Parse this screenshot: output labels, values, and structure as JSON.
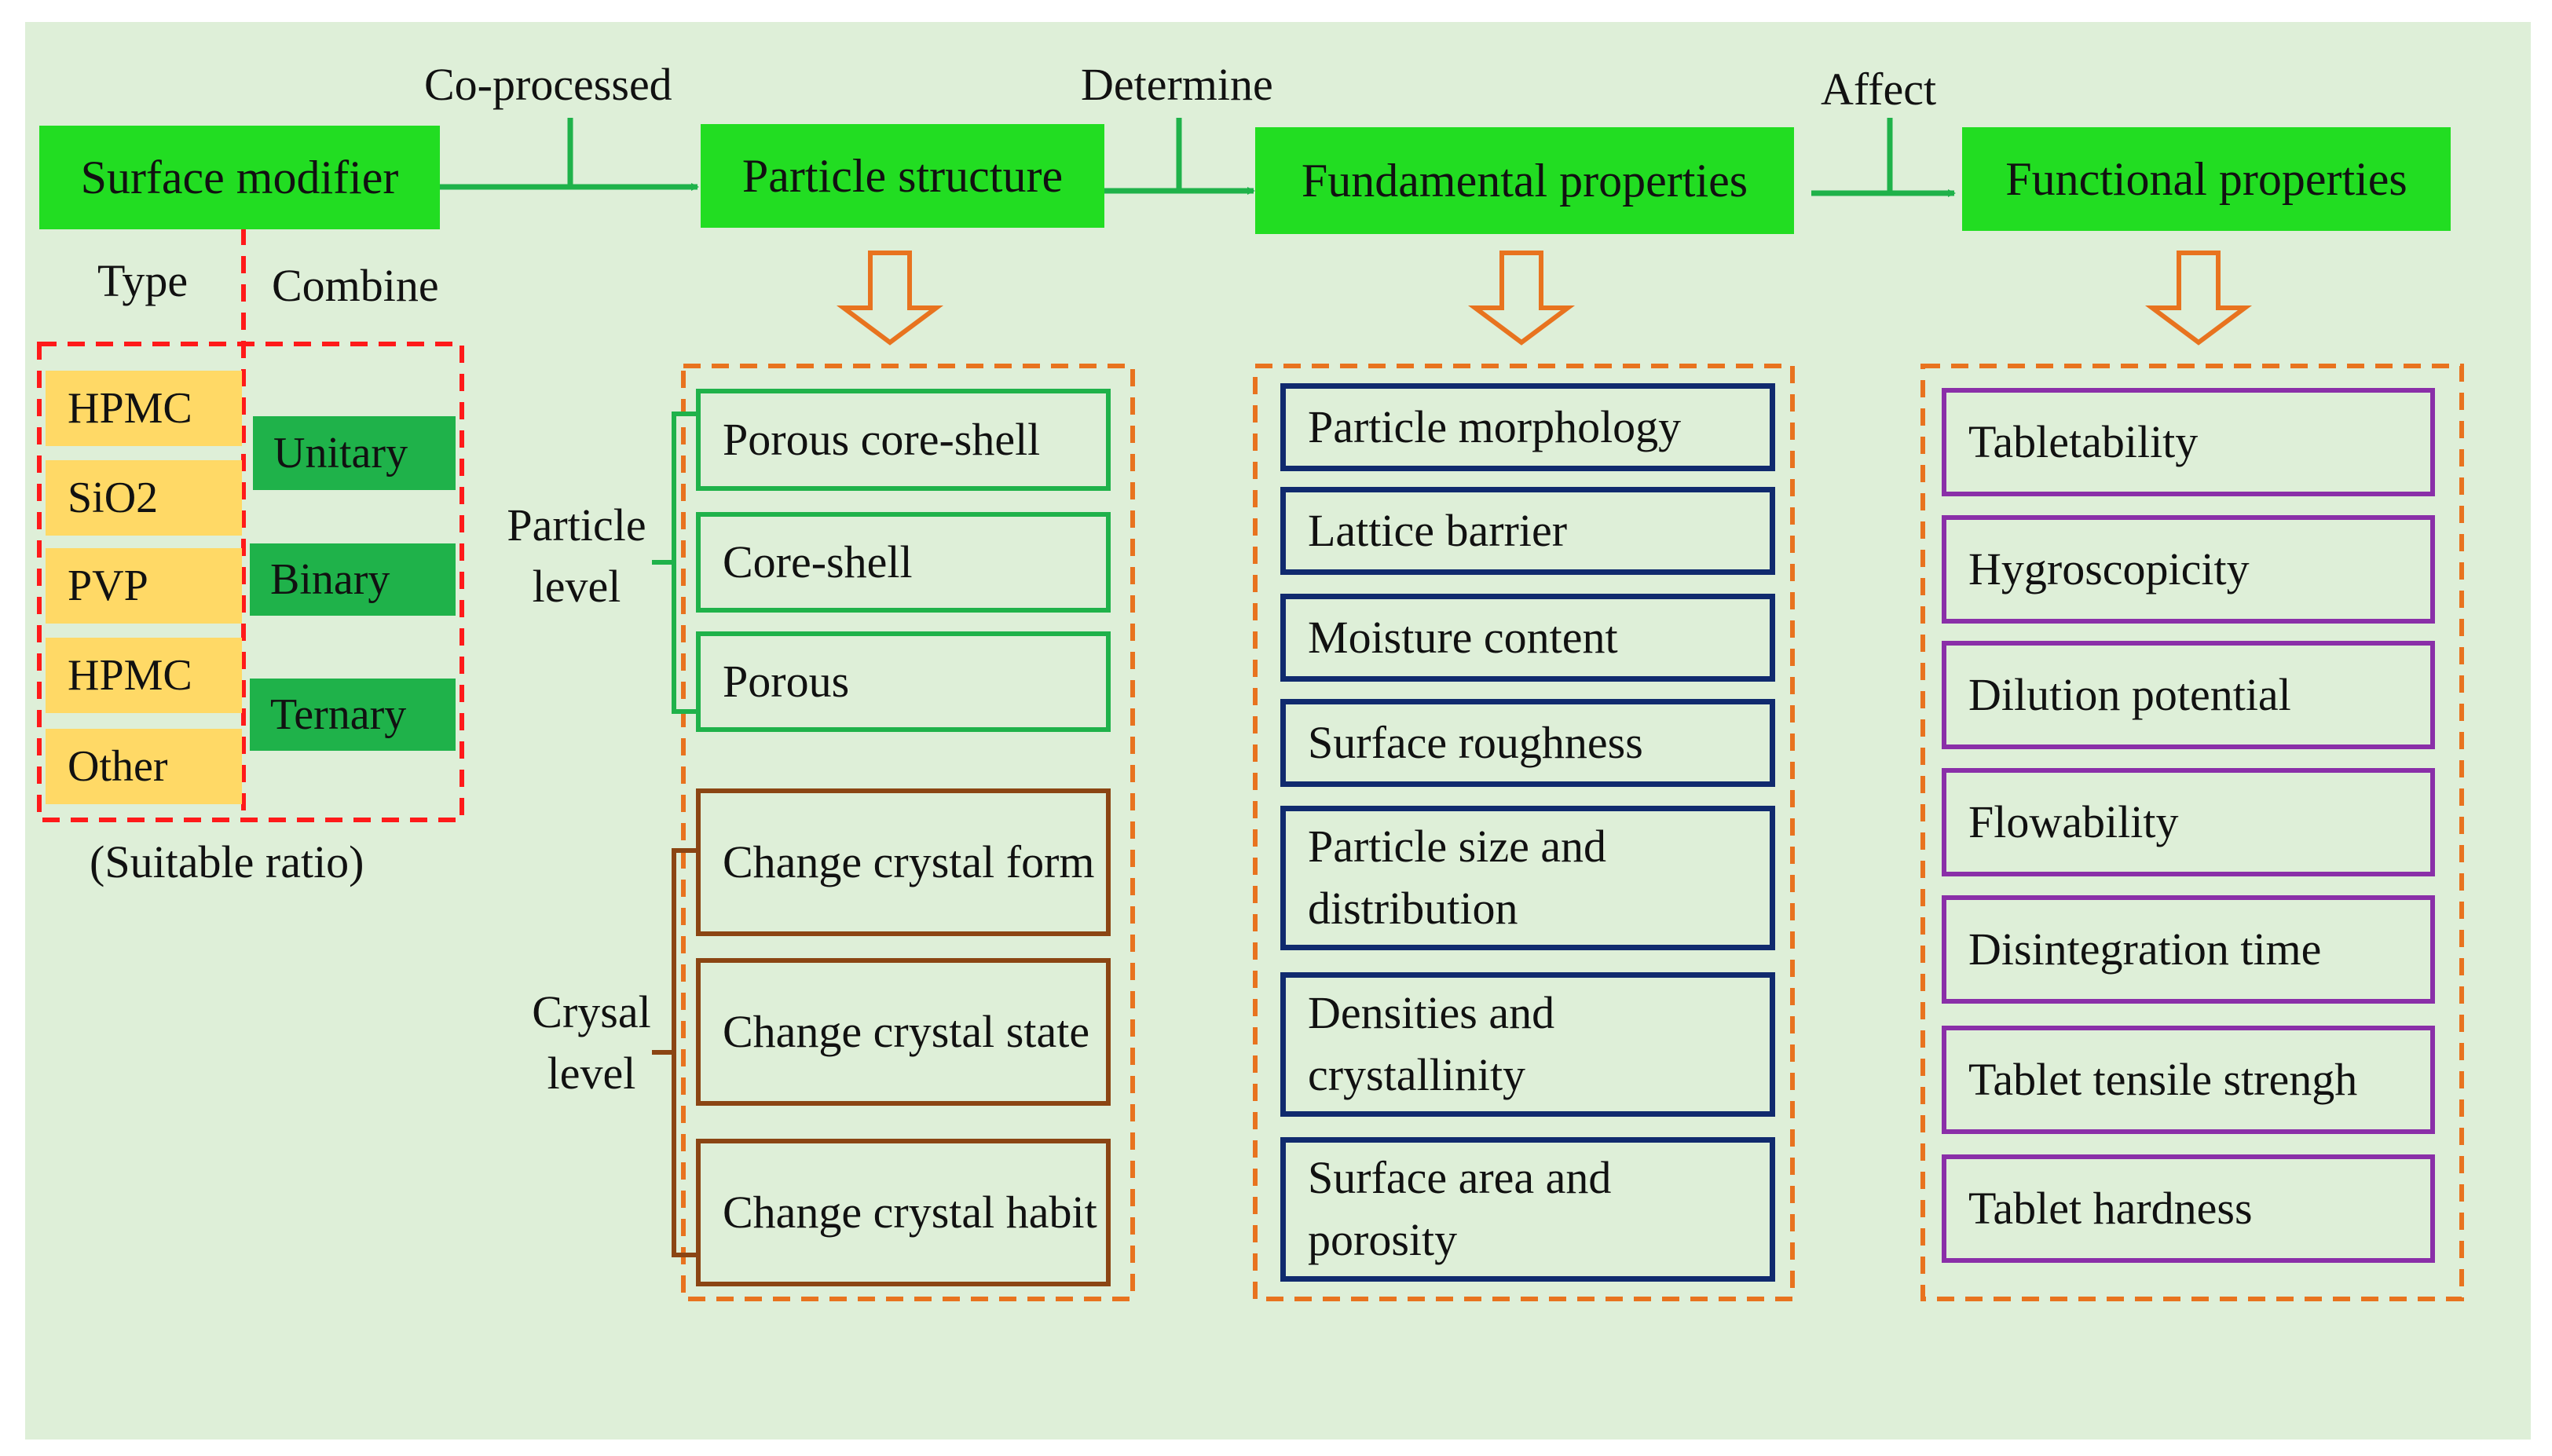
{
  "flow": {
    "headers": {
      "surface_modifier": "Surface modifier",
      "particle_structure": "Particle structure",
      "fundamental_properties": "Fundamental properties",
      "functional_properties": "Functional properties"
    },
    "arrows": {
      "co_processed": "Co-processed",
      "determine": "Determine",
      "affect": "Affect"
    }
  },
  "surface_modifier": {
    "type_label": "Type",
    "combine_label": "Combine",
    "types": [
      "HPMC",
      "SiO2",
      "PVP",
      "HPMC",
      "Other"
    ],
    "combinations": [
      "Unitary",
      "Binary",
      "Ternary"
    ],
    "ratio_note": "(Suitable ratio)"
  },
  "particle_structure": {
    "particle_level_label": "Particle level",
    "crystal_level_label": "Crysal level",
    "particle_level_items": [
      "Porous core-shell",
      "Core-shell",
      "Porous"
    ],
    "crystal_level_items": [
      "Change crystal form",
      "Change crystal state",
      "Change crystal habit"
    ]
  },
  "fundamental_properties": {
    "items": [
      "Particle morphology",
      "Lattice barrier",
      "Moisture content",
      "Surface roughness",
      "Particle size and distribution",
      "Densities and crystallinity",
      "Surface area and porosity"
    ]
  },
  "functional_properties": {
    "items": [
      "Tabletability",
      "Hygroscopicity",
      "Dilution potential",
      "Flowability",
      "Disintegration time",
      "Tablet tensile strengh",
      "Tablet hardness"
    ]
  },
  "colors": {
    "background": "#deefd8",
    "header_green": "#22dd22",
    "type_yellow": "#ffd966",
    "combine_green": "#1fb24a",
    "particle_border": "#1fb24a",
    "crystal_border": "#8b4513",
    "fundamental_border": "#102a6e",
    "functional_border": "#8a2fa8",
    "dashed_red": "#ff1a1a",
    "dashed_orange": "#e8731f"
  }
}
